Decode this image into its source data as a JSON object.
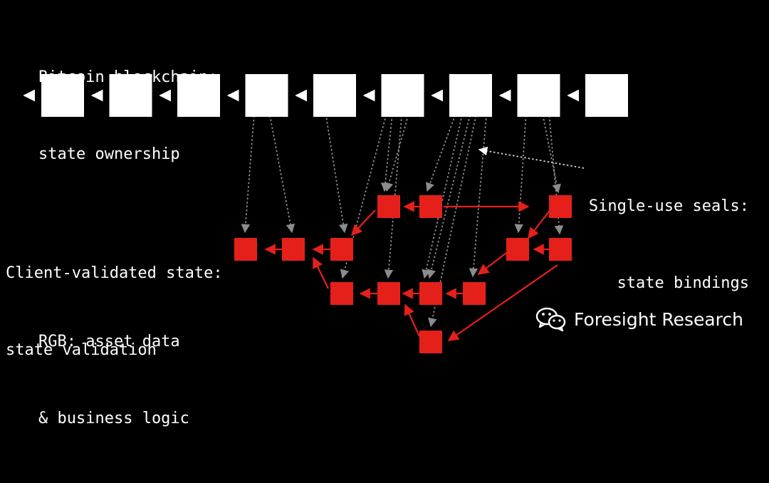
{
  "colors": {
    "background": "#000000",
    "block": "#ffffff",
    "state": "#e5201b",
    "arrow_dotted": "#8c8c8c",
    "arrow_state": "#e5201b",
    "text": "#ffffff"
  },
  "labels": {
    "bitcoin": [
      "Bitcoin blockchain:",
      "state ownership"
    ],
    "seals": [
      "Single-use seals:",
      "state bindings"
    ],
    "client": [
      "Client-validated state:",
      "state validation"
    ],
    "rgb": [
      "RGB: asset data",
      "& business logic"
    ]
  },
  "brand": {
    "name": "Foresight Research",
    "icon": "wechat-icon"
  }
}
